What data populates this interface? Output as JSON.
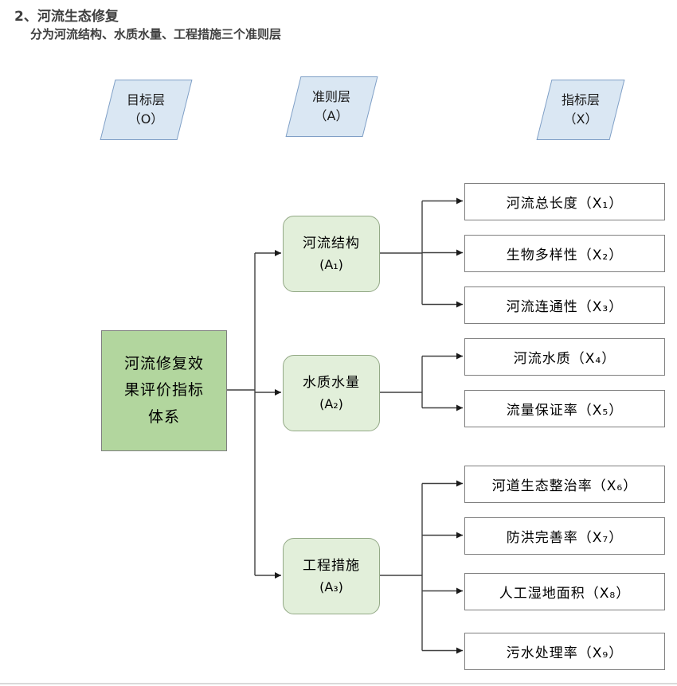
{
  "page": {
    "title": "2、河流生态修复",
    "subtitle": "分为河流结构、水质水量、工程措施三个准则层"
  },
  "layers": [
    {
      "title": "目标层",
      "code": "（O）"
    },
    {
      "title": "准则层",
      "code": "（A）"
    },
    {
      "title": "指标层",
      "code": "（X）"
    }
  ],
  "goal": {
    "label": "河流修复效\n果评价指标\n体系"
  },
  "criteria": [
    {
      "name": "河流结构",
      "code": "(A₁)"
    },
    {
      "name": "水质水量",
      "code": "(A₂)"
    },
    {
      "name": "工程措施",
      "code": "(A₃)"
    }
  ],
  "indicators": [
    {
      "label": "河流总长度（X₁）"
    },
    {
      "label": "生物多样性（X₂）"
    },
    {
      "label": "河流连通性（X₃）"
    },
    {
      "label": "河流水质（X₄）"
    },
    {
      "label": "流量保证率（X₅）"
    },
    {
      "label": "河道生态整治率（X₆）"
    },
    {
      "label": "防洪完善率（X₇）"
    },
    {
      "label": "人工湿地面积（X₈）"
    },
    {
      "label": "污水处理率（X₉）"
    }
  ],
  "colors": {
    "layer_fill": "#dae7f3",
    "layer_border": "#7f9fc6",
    "goal_fill": "#b2d69e",
    "criterion_fill": "#e2efda",
    "indicator_border": "#7f7f7f",
    "connector": "#404040",
    "title_text": "#3f3f3f"
  }
}
